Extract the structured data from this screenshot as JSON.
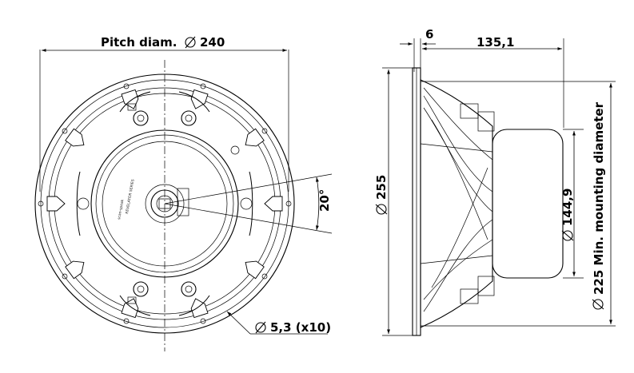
{
  "front_view": {
    "pitch_label": "Pitch diam.",
    "pitch_value": "240",
    "angle_value": "20°",
    "hole_value": "5,3 (x10)",
    "brand_text": "scan-speak",
    "series_text": "REVELATOR SERIES"
  },
  "side_view": {
    "depth_value": "135,1",
    "flange_value": "6",
    "outer_diameter_value": "255",
    "magnet_diameter_value": "144,9",
    "mounting_value": "225 Min. mounting diameter"
  },
  "icons": {
    "diameter": "diameter-symbol-icon"
  }
}
